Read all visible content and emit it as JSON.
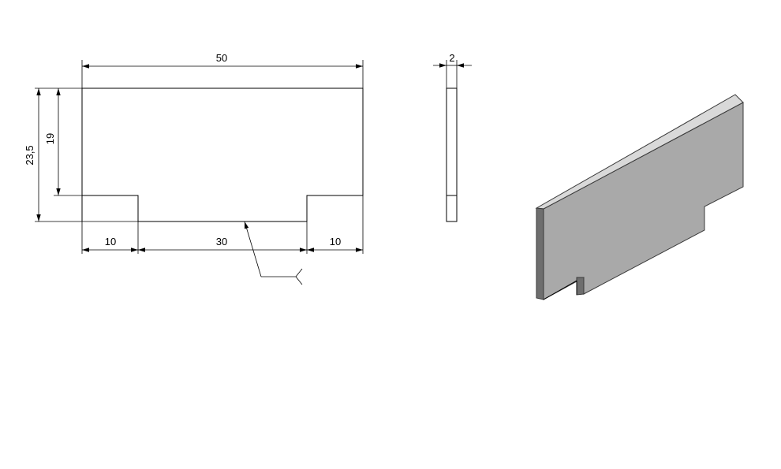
{
  "dimensions": {
    "width_top": "50",
    "thickness": "2",
    "height_total": "23,5",
    "height_inner": "19",
    "left_tab": "10",
    "center_slot": "30",
    "right_tab": "10"
  },
  "colors": {
    "line": "#000000",
    "iso_face": "#a9a9a9",
    "iso_top": "#d9d9d9",
    "iso_side": "#6e6e6e",
    "iso_edge": "#3a3a3a"
  }
}
